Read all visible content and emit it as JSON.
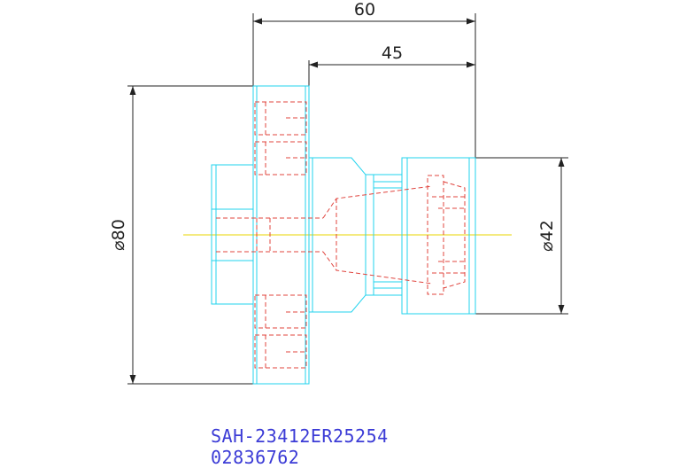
{
  "dimensions": {
    "length_overall": "60",
    "length_nose": "45",
    "flange_diameter": "⌀80",
    "nut_diameter": "⌀42"
  },
  "part": {
    "code": "SAH-23412ER25254",
    "number": "02836762"
  },
  "colors": {
    "outline": "#22d3ee",
    "hidden": "#e0443e",
    "centerline": "#e8d400",
    "dimension": "#222222",
    "label": "#3b3bd6"
  }
}
